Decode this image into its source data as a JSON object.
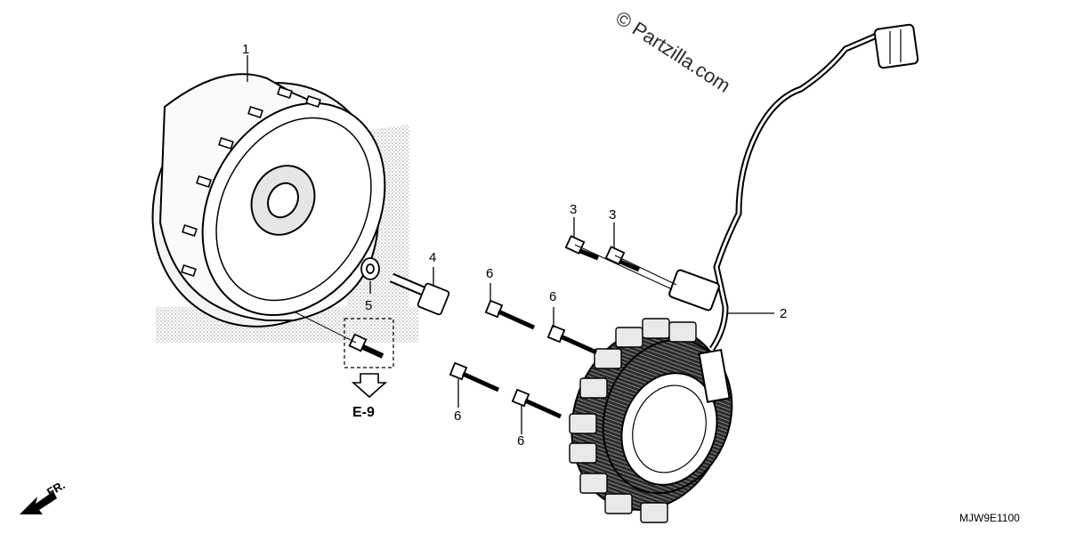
{
  "diagram": {
    "watermark": "© Partzilla.com",
    "diagram_code": "MJW9E1100",
    "front_label": "FR.",
    "reference": "E-9",
    "callouts": [
      {
        "id": "flywheel",
        "label": "1"
      },
      {
        "id": "stator",
        "label": "2"
      },
      {
        "id": "bolt-a",
        "label": "3"
      },
      {
        "id": "bolt-b",
        "label": "3"
      },
      {
        "id": "flywheel-bolt",
        "label": "4"
      },
      {
        "id": "washer",
        "label": "5"
      },
      {
        "id": "stator-bolt-a",
        "label": "6"
      },
      {
        "id": "stator-bolt-b",
        "label": "6"
      },
      {
        "id": "stator-bolt-c",
        "label": "6"
      },
      {
        "id": "stator-bolt-d",
        "label": "6"
      }
    ]
  }
}
